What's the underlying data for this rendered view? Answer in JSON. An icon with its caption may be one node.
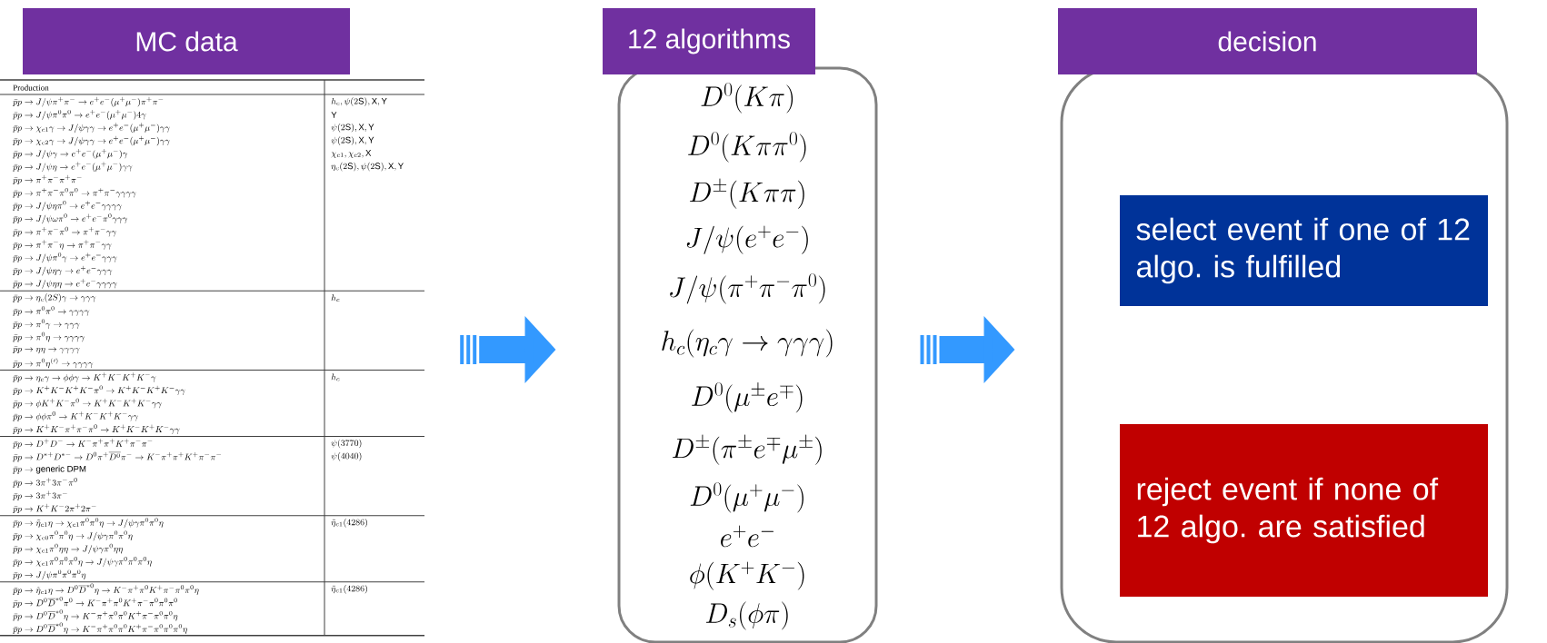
{
  "diagram": {
    "nodes": [
      {
        "text": [
          "MC data"
        ]
      },
      {
        "text": [
          "12 algorithms",
          "D^0(K\\pi)",
          "D^0(K\\pi\\pi^0)",
          "D^\\pm(K\\pi\\pi)",
          "J/\\psi(e^+e^-)",
          "J/\\psi(\\pi^+\\pi^-\\pi^0)",
          "h_c(\\eta_c\\gamma\\to\\gamma\\gamma\\gamma)",
          "D^0(\\mu^\\pm e^\\mp)",
          "D^\\pm(\\pi^\\pm e^\\mp\\mu^\\pm)",
          "D^0(\\mu^+\\mu^-)",
          "e^+e^-",
          "\\phi(K^+K^-)",
          "D_s(\\phi\\pi)"
        ]
      },
      {
        "text": [
          "decision"
        ]
      },
      {
        "text": [
          "select event if one of 12 algo. is fulfilled"
        ],
        "in": 2
      },
      {
        "text": [
          "reject event if none of 12 algo. are satisfied"
        ],
        "in": 2
      }
    ],
    "edges": [
      {
        "from": 0,
        "to": 1,
        "arrow": "to"
      },
      {
        "from": 1,
        "to": 2,
        "arrow": "to"
      }
    ],
    "labels": [
      "Production",
      "\\bar{p}p \\to J/\\psi\\pi^+\\pi^- \\to e^+e^-(\\mu^+\\mu^-)\\pi^+\\pi^-",
      "h_c,\\psi(2\\mathrm{S}),\\mathrm{X},\\mathrm{Y}",
      "\\bar{p}p \\to J/\\psi\\pi^0\\pi^0 \\to e^+e^-(\\mu^+\\mu^-)4\\gamma",
      "\\mathrm{Y}",
      "\\bar{p}p \\to \\chi_{c1}\\gamma \\to J/\\psi\\gamma\\gamma \\to e^+e^-(\\mu^+\\mu^-)\\gamma\\gamma",
      "\\psi(2\\mathrm{S}),\\mathrm{X},\\mathrm{Y}",
      "\\bar{p}p \\to \\chi_{c2}\\gamma \\to J/\\psi\\gamma\\gamma \\to e^+e^-(\\mu^+\\mu^-)\\gamma\\gamma",
      "\\psi(2\\mathrm{S}),\\mathrm{X},\\mathrm{Y}",
      "\\bar{p}p \\to J/\\psi\\gamma \\to e^+e^-(\\mu^+\\mu^-)\\gamma",
      "\\chi_{c1},\\chi_{c2},\\mathrm{X}",
      "\\bar{p}p \\to J/\\psi\\eta \\to e^+e^-(\\mu^+\\mu^-)\\gamma\\gamma",
      "\\eta_c(2\\mathrm{S}),\\psi(2\\mathrm{S}),\\mathrm{X},\\mathrm{Y}",
      "\\bar{p}p \\to \\pi^+\\pi^-\\pi^+\\pi^-",
      "\\bar{p}p \\to \\pi^+\\pi^-\\pi^0\\pi^0 \\to \\pi^+\\pi^-\\gamma\\gamma\\gamma\\gamma",
      "\\bar{p}p \\to J/\\psi\\eta\\pi^0 \\to e^+e^-\\gamma\\gamma\\gamma\\gamma",
      "\\bar{p}p \\to J/\\psi\\omega\\pi^0 \\to e^+e^-\\pi^0\\gamma\\gamma\\gamma",
      "\\bar{p}p \\to \\pi^+\\pi^-\\pi^0 \\to \\pi^+\\pi^-\\gamma\\gamma",
      "\\bar{p}p \\to \\pi^+\\pi^-\\eta \\to \\pi^+\\pi^-\\gamma\\gamma",
      "\\bar{p}p \\to J/\\psi\\pi^0\\gamma \\to e^+e^-\\gamma\\gamma\\gamma",
      "\\bar{p}p \\to J/\\psi\\eta\\gamma \\to e^+e^-\\gamma\\gamma\\gamma",
      "\\bar{p}p \\to J/\\psi\\eta\\eta \\to e^+e^-\\gamma\\gamma\\gamma\\gamma",
      "\\bar{p}p \\to \\eta_c(2S)\\gamma \\to \\gamma\\gamma\\gamma",
      "h_c",
      "\\bar{p}p \\to \\pi^0\\pi^0 \\to \\gamma\\gamma\\gamma\\gamma",
      "\\bar{p}p \\to \\pi^0\\gamma \\to \\gamma\\gamma\\gamma",
      "\\bar{p}p \\to \\pi^0\\eta \\to \\gamma\\gamma\\gamma\\gamma",
      "\\bar{p}p \\to \\eta\\eta \\to \\gamma\\gamma\\gamma\\gamma",
      "\\bar{p}p \\to \\pi^0\\eta^{(\\prime)} \\to \\gamma\\gamma\\gamma\\gamma",
      "\\bar{p}p \\to \\eta_c\\gamma \\to \\phi\\phi\\gamma \\to K^+K^-K^+K^-\\gamma",
      "h_c",
      "\\bar{p}p \\to K^+K^-K^+K^-\\pi^0 \\to K^+K^-K^+K^-\\gamma\\gamma",
      "\\bar{p}p \\to \\phi K^+K^-\\pi^0 \\to K^+K^-K^+K^-\\gamma\\gamma",
      "\\bar{p}p \\to \\phi\\phi\\pi^0 \\to K^+K^-K^+K^-\\gamma\\gamma",
      "\\bar{p}p \\to K^+K^-\\pi^+\\pi^-\\pi^0 \\to K^+K^-K^+K^-\\gamma\\gamma",
      "\\bar{p}p \\to D^+D^- \\to K^-\\pi^+\\pi^+K^+\\pi^-\\pi^-",
      "\\psi(3770)",
      "\\bar{p}p \\to D^{*+}D^{*-} \\to D^0\\pi^+\\overline{D^0}\\pi^- \\to K^-\\pi^+\\pi^+K^+\\pi^-\\pi^-",
      "\\psi(4040)",
      "\\bar{p}p \\to \\mathrm{generic\\ DPM}",
      "\\bar{p}p \\to 3\\pi^+3\\pi^-\\pi^0",
      "\\bar{p}p \\to 3\\pi^+3\\pi^-",
      "\\bar{p}p \\to K^+K^-2\\pi^+2\\pi^-",
      "\\bar{p}p \\to \\tilde{\\eta}_{c1}\\eta \\to \\chi_{c1}\\pi^0\\pi^0\\eta \\to J/\\psi\\gamma\\pi^0\\pi^0\\eta",
      "\\tilde{\\eta}_{c1}(4286)",
      "\\bar{p}p \\to \\chi_{c0}\\pi^0\\pi^0\\eta \\to J/\\psi\\gamma\\pi^0\\pi^0\\eta",
      "\\bar{p}p \\to \\chi_{c1}\\pi^0\\eta\\eta \\to J/\\psi\\gamma\\pi^0\\eta\\eta",
      "\\bar{p}p \\to \\chi_{c1}\\pi^0\\pi^0\\pi^0\\eta \\to J/\\psi\\gamma\\pi^0\\pi^0\\pi^0\\eta",
      "\\bar{p}p \\to J/\\psi\\pi^0\\pi^0\\pi^0\\eta",
      "\\bar{p}p \\to \\tilde{\\eta}_{c1}\\eta \\to D^0\\overline{D}^{*0}\\eta \\to K^-\\pi^+\\pi^0K^+\\pi^-\\pi^0\\pi^0\\eta",
      "\\tilde{\\eta}_{c1}(4286)",
      "\\bar{p}p \\to D^0\\overline{D}^{*0}\\pi^0 \\to K^-\\pi^+\\pi^0K^+\\pi^-\\pi^0\\pi^0\\pi^0",
      "\\bar{p}p \\to D^0\\overline{D}^{*0}\\eta \\to K^-\\pi^+\\pi^0\\pi^0K^+\\pi^-\\pi^0\\pi^0\\eta",
      "\\bar{p}p \\to D^0\\overline{D}^{*0}\\eta \\to K^-\\pi^+\\pi^0\\pi^0K^+\\pi^-\\pi^0\\pi^0\\pi^0\\eta"
    ]
  }
}
